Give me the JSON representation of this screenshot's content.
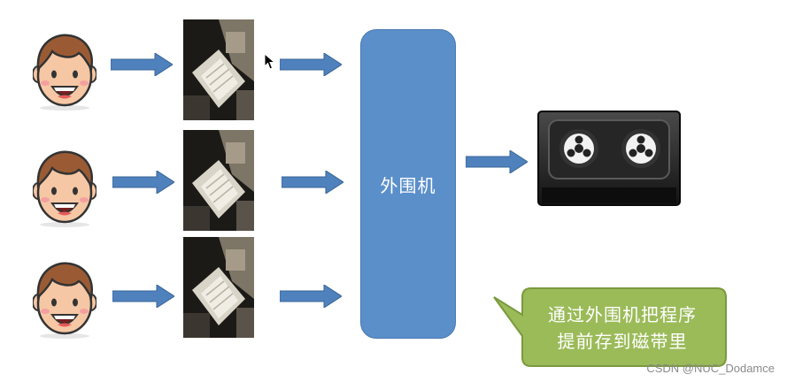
{
  "peripheral": {
    "label": "外围机"
  },
  "callout": {
    "line1": "通过外围机把程序",
    "line2": "提前存到磁带里"
  },
  "watermark": "CSDN @NUC_Dodamce",
  "rows": [
    {
      "user_icon": "smiling-man-icon",
      "photo": "punch-card-machine-photo"
    },
    {
      "user_icon": "smiling-man-icon",
      "photo": "punch-card-machine-photo"
    },
    {
      "user_icon": "smiling-man-icon",
      "photo": "punch-card-machine-photo"
    }
  ],
  "storage_icon": "magnetic-tape-icon",
  "colors": {
    "peripheral_fill": "#5b8fca",
    "arrow_fill": "#4f81bd",
    "callout_fill": "#9bbb59",
    "skin": "#f6c7a4",
    "hair": "#9a5b34"
  }
}
